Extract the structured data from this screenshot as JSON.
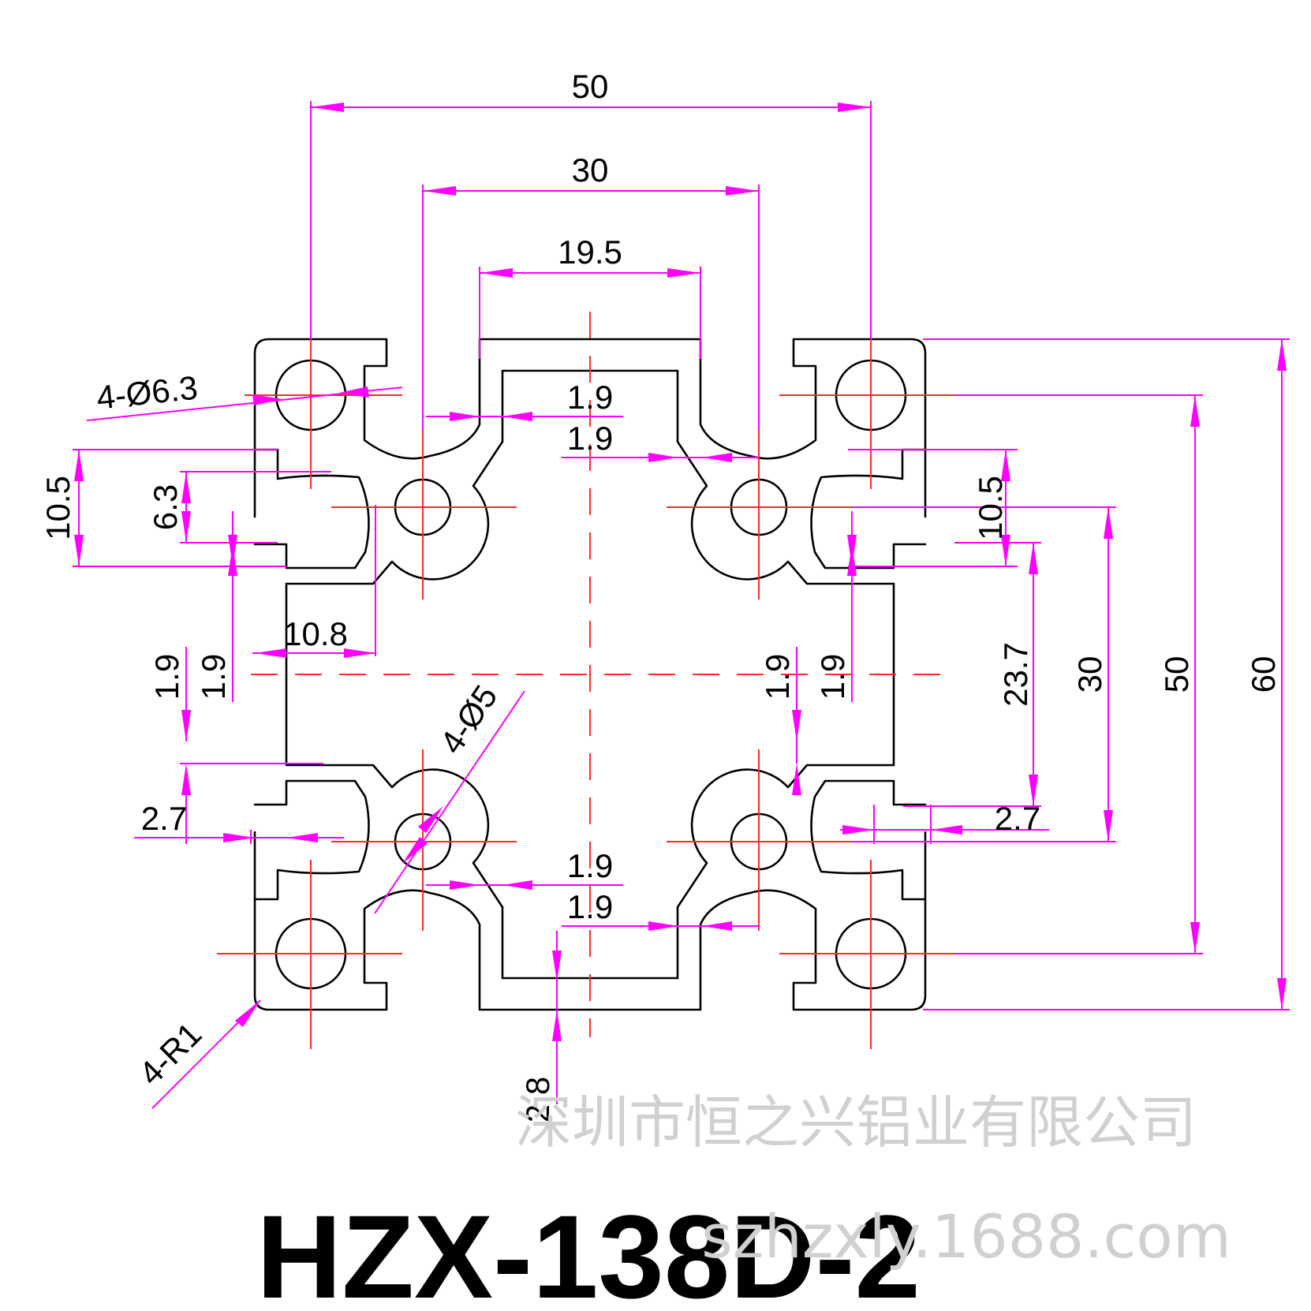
{
  "dimensions": {
    "top_50": "50",
    "top_30": "30",
    "top_19_5": "19.5",
    "hole_large": "4-Ø6.3",
    "slot_top_1": "1.9",
    "slot_top_2": "1.9",
    "slot_bottom_1": "1.9",
    "slot_bottom_2": "1.9",
    "left_10_5": "10.5",
    "left_6_3": "6.3",
    "left_10_8": "10.8",
    "left_1_9_a": "1.9",
    "left_1_9_b": "1.9",
    "left_2_7": "2.7",
    "hole_small": "4-Ø5",
    "right_1_9_a": "1.9",
    "right_1_9_b": "1.9",
    "right_10_5": "10.5",
    "right_2_7": "2.7",
    "right_23_7": "23.7",
    "right_30": "30",
    "right_50": "50",
    "right_60": "60",
    "radius": "4-R1",
    "bottom_2_8": "2.8"
  },
  "model_number": "HZX-138D-2",
  "watermark": {
    "company": "深圳市恒之兴铝业有限公司",
    "website": "szhzxly.1688.com"
  },
  "colors": {
    "outline": "#000000",
    "centerline": "#ff2a2a",
    "dimension": "#ff00ff",
    "watermark": "#d0d0d0"
  }
}
